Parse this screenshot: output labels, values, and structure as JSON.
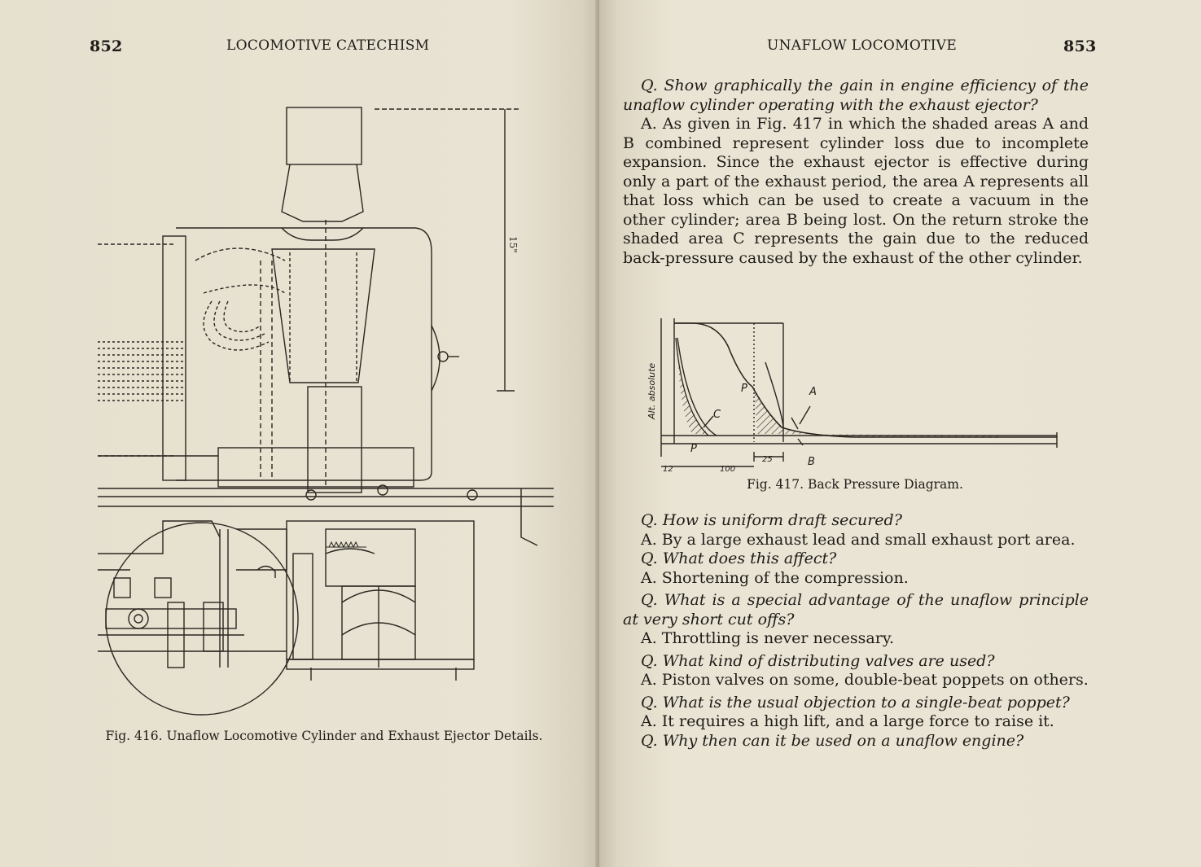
{
  "left_page": {
    "page_number": "852",
    "running_head": "LOCOMOTIVE CATECHISM",
    "figure_caption": "Fig. 416.  Unaflow Locomotive Cylinder and Exhaust Ejector Details."
  },
  "right_page": {
    "page_number": "853",
    "running_head": "UNAFLOW LOCOMOTIVE",
    "intro_question": "Q. Show graphically the gain in engine efficiency of the unaflow cylinder operating with the exhaust ejector?",
    "intro_answer": "A. As given in Fig. 417 in which the shaded areas A and B combined represent cylinder loss due to incomplete expansion. Since the exhaust ejector is effective during only a part of the exhaust period, the area A represents all that loss which can be used to create a vacuum in the other cylinder; area B being lost. On the return stroke the shaded area C represents the gain due to the reduced back-pressure caused by the exhaust of the other cylinder.",
    "diagram_caption": "Fig. 417.  Back Pressure Diagram.",
    "diagram_labels": {
      "y_axis": "Alt. absolute",
      "p": "P",
      "p1": "P",
      "a": "A",
      "b": "B",
      "c": "C",
      "dim_12": "12",
      "dim_100": "100",
      "dim_25": "25"
    },
    "qa": [
      {
        "q": "Q. How is uniform draft secured?",
        "a": "A. By a large exhaust lead and small exhaust port area."
      },
      {
        "q": "Q. What does this affect?",
        "a": "A. Shortening of the compression."
      },
      {
        "q": "Q. What is a special advantage of the unaflow principle at very short cut offs?",
        "a": "A. Throttling is never necessary."
      },
      {
        "q": "Q. What kind of distributing valves are used?",
        "a": "A. Piston valves on some, double-beat poppets on others."
      },
      {
        "q": "Q. What is the usual objection to a single-beat poppet?",
        "a": "A. It requires a high lift, and a large force to raise it."
      },
      {
        "q": "Q. Why then can it be used on a unaflow engine?",
        "a": ""
      }
    ]
  },
  "colors": {
    "paper": "#e9e3d3",
    "ink": "#1f1c18",
    "gutter": "#a9a18b"
  }
}
